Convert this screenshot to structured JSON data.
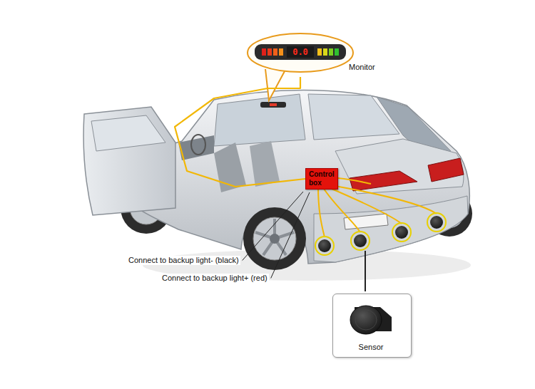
{
  "diagram": {
    "nodes": [
      {
        "text": [
          "0.0",
          "Monitor"
        ]
      },
      {
        "text": [
          "Control box"
        ]
      },
      {
        "text": [
          "Sensor"
        ]
      }
    ],
    "edges": [
      {
        "from": 1,
        "to": 0,
        "arrow": "none"
      }
    ],
    "labels": [
      "Connect to backup light- (black)",
      "Connect to backup light+ (red)"
    ]
  }
}
